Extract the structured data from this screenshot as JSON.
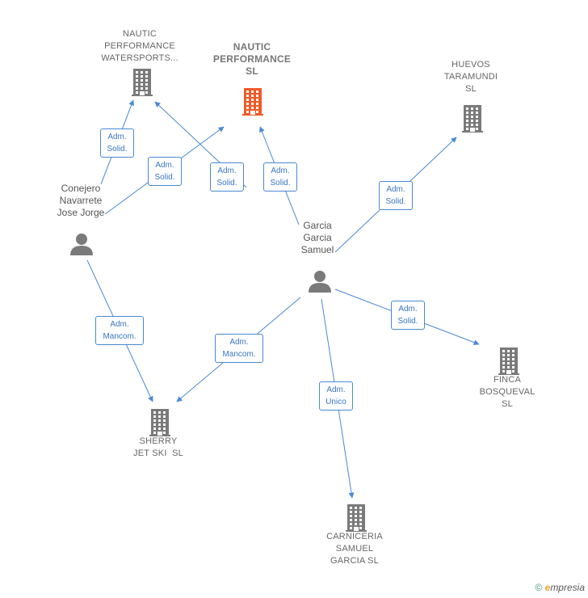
{
  "companies": [
    {
      "id": "nautic_watersports",
      "lines": [
        "NAUTIC",
        "PERFORMANCE",
        "WATERSPORTS..."
      ],
      "focus": false
    },
    {
      "id": "nautic_sl",
      "lines": [
        "NAUTIC",
        "PERFORMANCE",
        "SL"
      ],
      "focus": true
    },
    {
      "id": "huevos",
      "lines": [
        "HUEVOS",
        "TARAMUNDI",
        "SL"
      ],
      "focus": false
    },
    {
      "id": "finca",
      "lines": [
        "FINCA",
        "BOSQUEVAL",
        "SL"
      ],
      "focus": false
    },
    {
      "id": "sherry",
      "lines": [
        "SHERRY",
        "JET SKI  SL"
      ],
      "focus": false
    },
    {
      "id": "carniceria",
      "lines": [
        "CARNICERIA",
        "SAMUEL",
        "GARCIA SL"
      ],
      "focus": false
    }
  ],
  "persons": [
    {
      "id": "conejero",
      "lines": [
        "Conejero",
        "Navarrete",
        "Jose Jorge"
      ]
    },
    {
      "id": "garcia",
      "lines": [
        "Garcia",
        "Garcia",
        "Samuel"
      ]
    }
  ],
  "edges": [
    {
      "label": [
        "Adm.",
        "Solid."
      ]
    },
    {
      "label": [
        "Adm.",
        "Solid."
      ]
    },
    {
      "label": [
        "Adm.",
        "Solid."
      ]
    },
    {
      "label": [
        "Adm.",
        "Solid."
      ]
    },
    {
      "label": [
        "Adm.",
        "Solid."
      ]
    },
    {
      "label": [
        "Adm.",
        "Solid."
      ]
    },
    {
      "label": [
        "Adm.",
        "Mancom."
      ]
    },
    {
      "label": [
        "Adm.",
        "Mancom."
      ]
    },
    {
      "label": [
        "Adm.",
        "Unico"
      ]
    }
  ],
  "footer": {
    "copyright": "©",
    "brand_initial": "e",
    "brand_rest": "mpresia"
  },
  "colors": {
    "edge": "#4a88d4",
    "icon": "#7a7a7a",
    "focus_icon": "#f05a28"
  }
}
